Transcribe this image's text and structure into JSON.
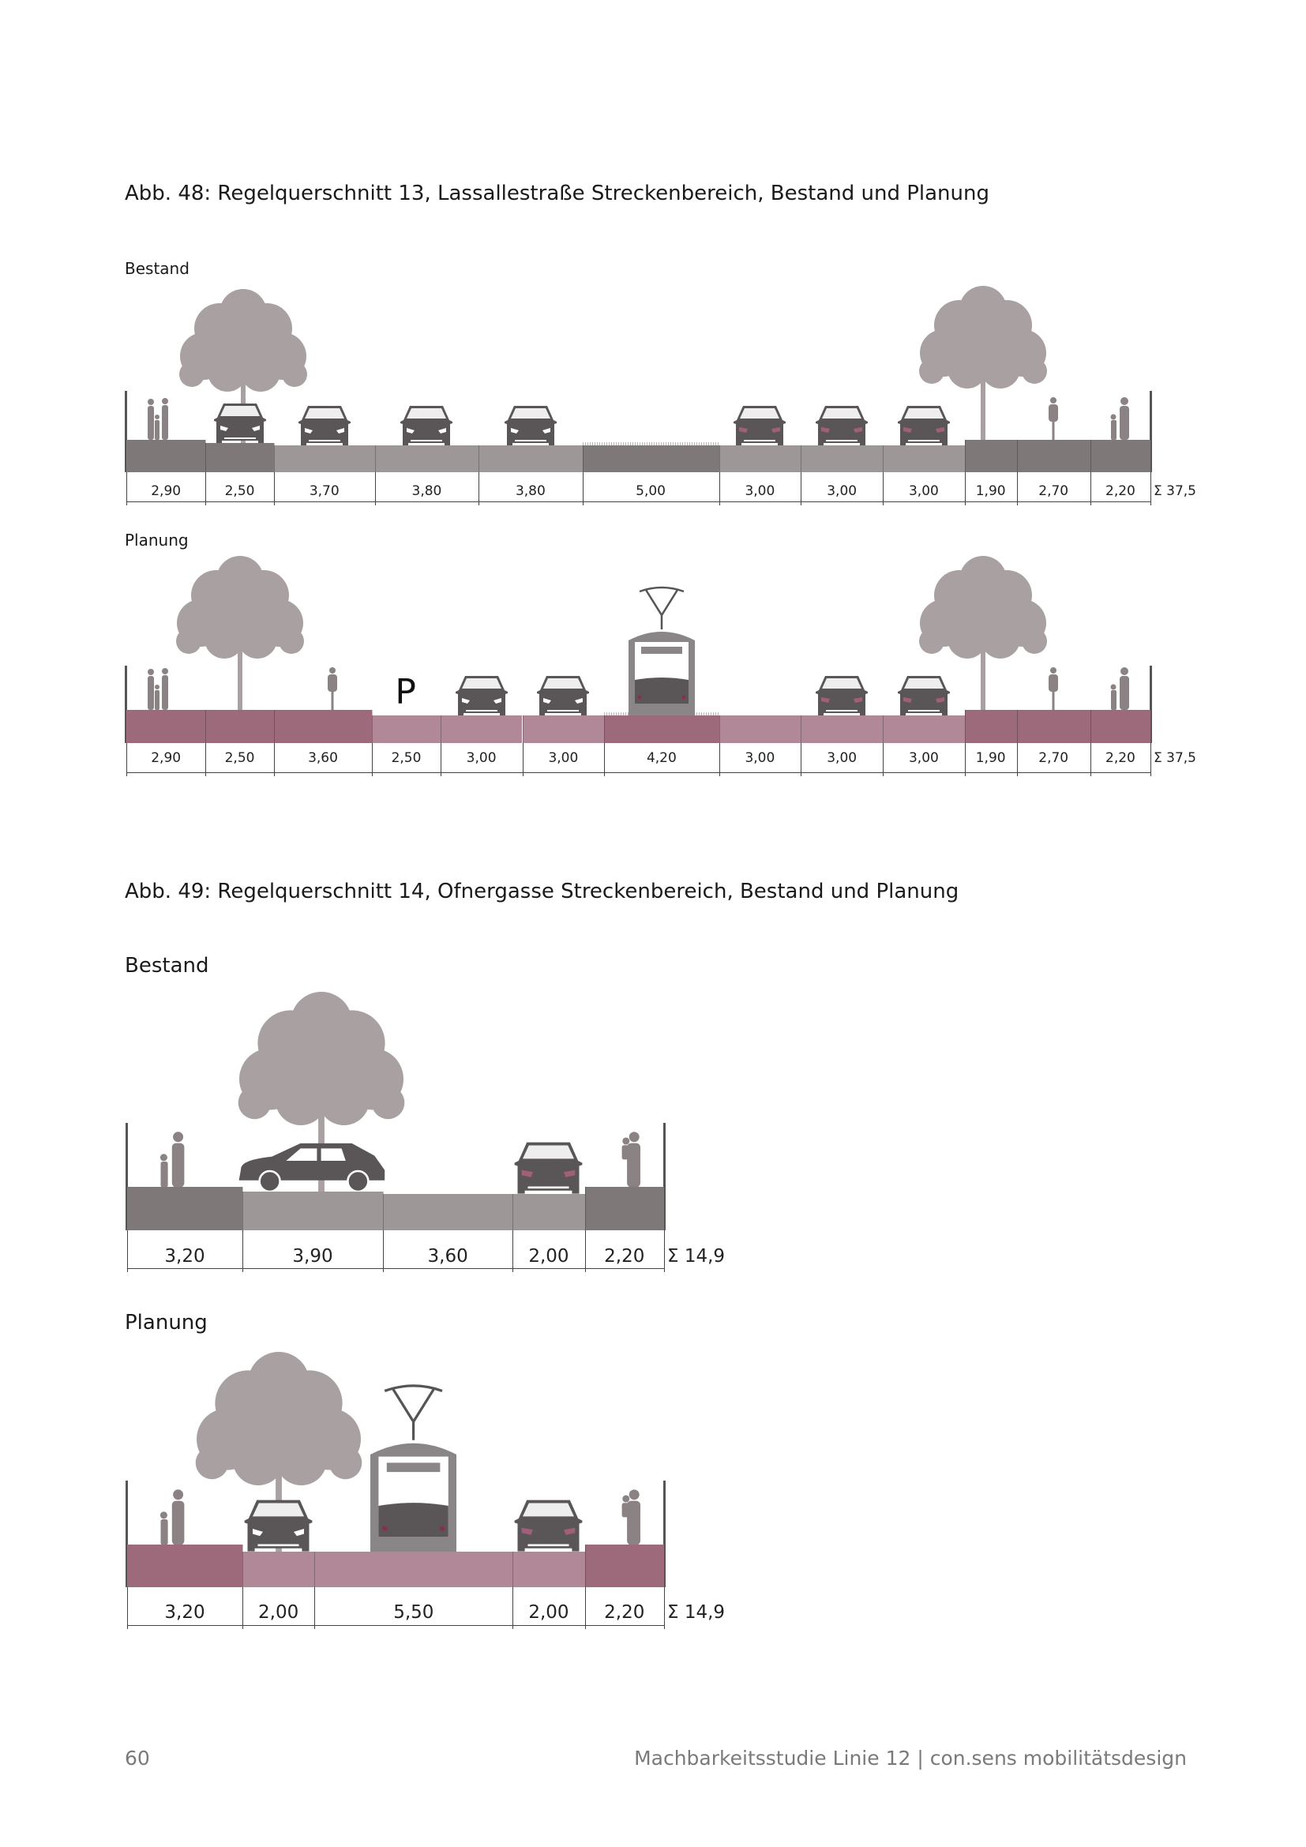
{
  "figures": [
    {
      "title": "Abb. 48: Regelquerschnitt 13, Lassallestraße Streckenbereich, Bestand und Planung",
      "sections": [
        {
          "id": "d1",
          "label": "Bestand",
          "palette": {
            "raised": "#7f7879",
            "lane": "#9e9798",
            "median": "#7f7879",
            "parking": "#7f7879"
          },
          "segments": [
            {
              "width": "2,90",
              "kind": "raised"
            },
            {
              "width": "2,50",
              "kind": "parking"
            },
            {
              "width": "3,70",
              "kind": "lane"
            },
            {
              "width": "3,80",
              "kind": "lane"
            },
            {
              "width": "3,80",
              "kind": "lane"
            },
            {
              "width": "5,00",
              "kind": "median"
            },
            {
              "width": "3,00",
              "kind": "lane"
            },
            {
              "width": "3,00",
              "kind": "lane"
            },
            {
              "width": "3,00",
              "kind": "lane"
            },
            {
              "width": "1,90",
              "kind": "raised"
            },
            {
              "width": "2,70",
              "kind": "raised"
            },
            {
              "width": "2,20",
              "kind": "raised"
            }
          ],
          "total": "Σ 37,5"
        },
        {
          "id": "d2",
          "label": "Planung",
          "parking_symbol": "P",
          "palette": {
            "raised": "#9c6a7b",
            "lane": "#b18897",
            "median": "#9c6a7b",
            "parking": "#9c6a7b"
          },
          "segments": [
            {
              "width": "2,90",
              "kind": "raised"
            },
            {
              "width": "2,50",
              "kind": "raised"
            },
            {
              "width": "3,60",
              "kind": "raised"
            },
            {
              "width": "2,50",
              "kind": "lane"
            },
            {
              "width": "3,00",
              "kind": "lane"
            },
            {
              "width": "3,00",
              "kind": "lane"
            },
            {
              "width": "4,20",
              "kind": "median"
            },
            {
              "width": "3,00",
              "kind": "lane"
            },
            {
              "width": "3,00",
              "kind": "lane"
            },
            {
              "width": "3,00",
              "kind": "lane"
            },
            {
              "width": "1,90",
              "kind": "raised"
            },
            {
              "width": "2,70",
              "kind": "raised"
            },
            {
              "width": "2,20",
              "kind": "raised"
            }
          ],
          "total": "Σ 37,5"
        }
      ]
    },
    {
      "title": "Abb. 49: Regelquerschnitt 14, Ofnergasse Streckenbereich, Bestand und Planung",
      "sections": [
        {
          "id": "d3",
          "label": "Bestand",
          "palette": {
            "raised": "#7f7879",
            "lane": "#9e9798",
            "median": "#7f7879",
            "parking": "#9e9798"
          },
          "segments": [
            {
              "width": "3,20",
              "kind": "raised"
            },
            {
              "width": "3,90",
              "kind": "parking"
            },
            {
              "width": "3,60",
              "kind": "lane"
            },
            {
              "width": "2,00",
              "kind": "lane"
            },
            {
              "width": "2,20",
              "kind": "raised"
            }
          ],
          "total": "Σ 14,9"
        },
        {
          "id": "d4",
          "label": "Planung",
          "palette": {
            "raised": "#9c6a7b",
            "lane": "#b18897",
            "median": "#b18897",
            "parking": "#b18897"
          },
          "segments": [
            {
              "width": "3,20",
              "kind": "raised"
            },
            {
              "width": "2,00",
              "kind": "lane"
            },
            {
              "width": "5,50",
              "kind": "lane"
            },
            {
              "width": "2,00",
              "kind": "lane"
            },
            {
              "width": "2,20",
              "kind": "raised"
            }
          ],
          "total": "Σ 14,9"
        }
      ]
    }
  ],
  "footer": {
    "page_number": "60",
    "source": "Machbarkeitsstudie Linie 12 | con.sens mobilitätsdesign"
  }
}
